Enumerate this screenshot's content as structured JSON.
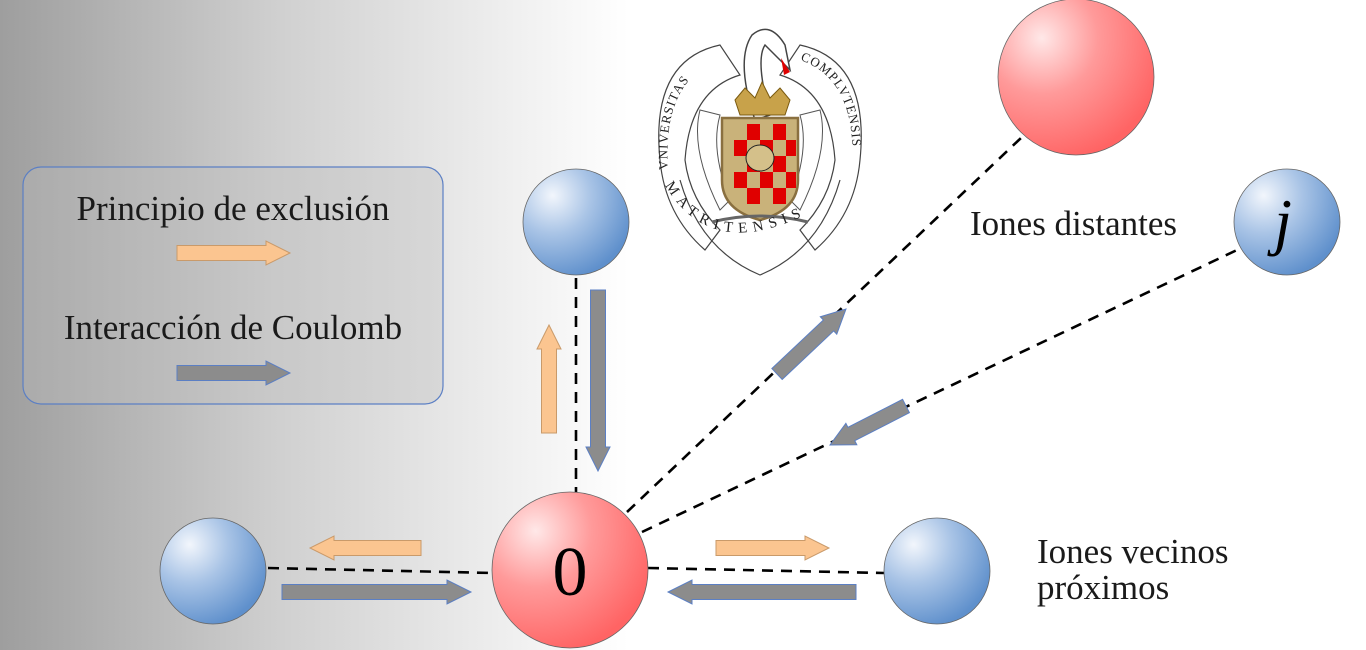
{
  "legend": {
    "exclusion_label": "Principio de exclusión",
    "coulomb_label": "Interacción de Coulomb"
  },
  "labels": {
    "central_ion": "0",
    "distant_ion": "j",
    "distant_ions": "Iones distantes",
    "neighbors_line1": "Iones vecinos",
    "neighbors_line2": "próximos"
  },
  "logo": {
    "top_left": "VNIVERSITAS",
    "top_right": "COMPLVTENSIS",
    "bottom": "MATRITENSIS"
  },
  "colors": {
    "exclusion_arrow": "#fbc590",
    "coulomb_arrow": "#8c8c8c",
    "red_ion": "#ff6b6b",
    "blue_ion": "#6f9fd4",
    "legend_border": "#5b7fc4"
  }
}
